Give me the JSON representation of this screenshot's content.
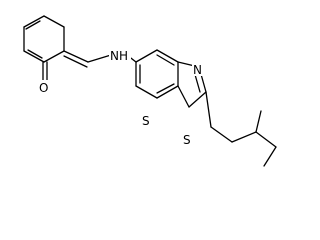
{
  "atoms": {
    "oxygen": "O",
    "amine_n": "N",
    "amine_h": "H",
    "thiazole_n": "N",
    "thiazole_s": "S",
    "thioether_s": "S"
  },
  "colors": {
    "bond": "#000000",
    "label": "#000000",
    "background": "#ffffff"
  }
}
